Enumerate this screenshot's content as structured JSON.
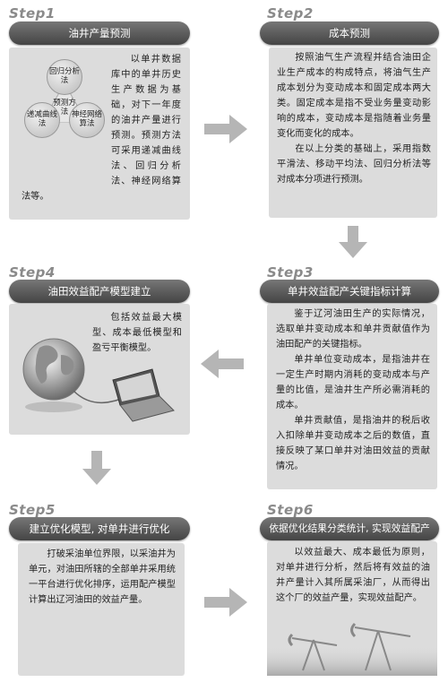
{
  "steps": [
    {
      "step_label": "Step1",
      "title": "油井产量预测",
      "text": "以单井数据库中的单井历史生产数据为基础，对下一年度的油井产量进行预测。预测方法可采用递减曲线法、回归分析法、神经网络算法等。",
      "venn": {
        "top": "回归分析法",
        "left": "递减曲线法",
        "right": "神经网络算法",
        "center": "预测方法"
      }
    },
    {
      "step_label": "Step2",
      "title": "成本预测",
      "paragraphs": [
        "按照油气生产流程并结合油田企业生产成本的构成特点，将油气生产成本划分为变动成本和固定成本两大类。固定成本是指不受业务量变动影响的成本，变动成本是指随着业务量变化而变化的成本。",
        "在以上分类的基础上，采用指数平滑法、移动平均法、回归分析法等对成本分项进行预测。"
      ]
    },
    {
      "step_label": "Step3",
      "title": "单井效益配产关键指标计算",
      "paragraphs": [
        "鉴于辽河油田生产的实际情况，选取单井变动成本和单井贡献值作为油田配产的关键指标。",
        "单井单位变动成本，是指油井在一定生产时期内消耗的变动成本与产量的比值，是油井生产所必需消耗的成本。",
        "单井贡献值，是指油井的税后收入扣除单井变动成本之后的数值，直接反映了某口单井对油田效益的贡献情况。"
      ]
    },
    {
      "step_label": "Step4",
      "title": "油田效益配产模型建立",
      "text": "包括效益最大模型、成本最低模型和盈亏平衡模型。"
    },
    {
      "step_label": "Step5",
      "title": "建立优化模型, 对单井进行优化",
      "text": "打破采油单位界限，以采油井为单元，对油田所辖的全部单井采用统一平台进行优化排序，运用配产模型计算出辽河油田的效益产量。"
    },
    {
      "step_label": "Step6",
      "title": "依据优化结果分类统计, 实现效益配产",
      "text": "以效益最大、成本最低为原则，对单井进行分析，然后将有效益的油井产量计入其所属采油厂，从而得出这个厂的效益产量，实现效益配产。"
    }
  ],
  "colors": {
    "panel": "#dcdcdc",
    "pill": "#555555",
    "arrow": "#b5b5b5",
    "step_label": "#8a8a8a"
  }
}
